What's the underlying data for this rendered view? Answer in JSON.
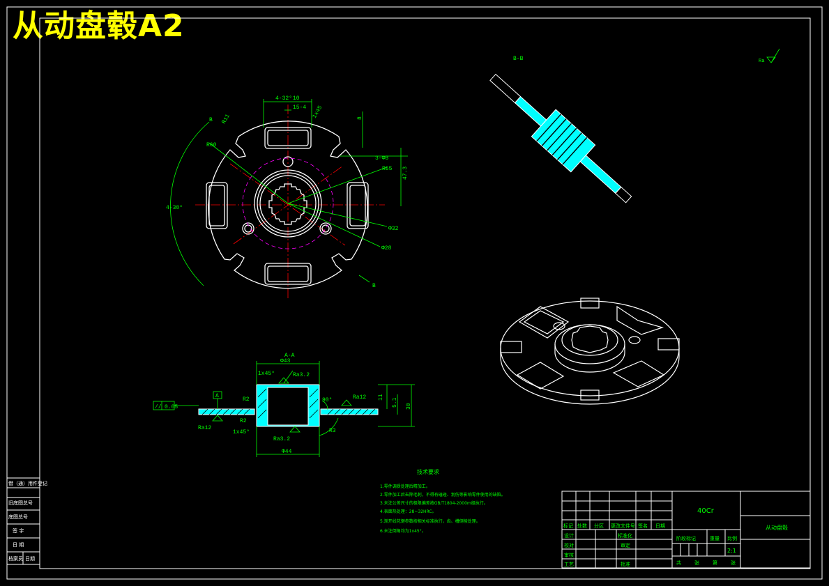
{
  "sheet": {
    "title": "从动盘毂A2"
  },
  "colors": {
    "bg": "#000000",
    "frame": "#ffffff",
    "dim": "#00ff00",
    "center": "#ff0000",
    "hatch": "#00ffff",
    "hidden": "#ff00ff",
    "title": "#ffff00"
  },
  "section_labels": {
    "bb": "B-B",
    "aa": "A-A",
    "roughness_corner": "Ra"
  },
  "front_view": {
    "dims": [
      "4-32°",
      "10",
      "15-4",
      "1x45",
      "R11",
      "8",
      "R60",
      "3-Φ8",
      "R65",
      "47.3",
      "4-30°",
      "Φ32",
      "Φ28",
      "B",
      "B"
    ]
  },
  "section_aa": {
    "dims": [
      "Φ43",
      "1x45°",
      "Ra3.2",
      "R2",
      "R2",
      "//",
      "0.05",
      "A",
      "Ra12",
      "1x45°",
      "Ra3.2",
      "Φ44",
      "90°",
      "Ra12",
      "R3",
      "11",
      "5.1",
      "30"
    ]
  },
  "tech_notes": {
    "title": "技术要求",
    "lines": [
      "1.零件调质处理后精加工。",
      "2.零件加工后去除毛刺，不得有磕碰、划伤等影响零件使用的缺陷。",
      "3.未注公差尺寸的极限偏差按GB/T1804-2000m级执行。",
      "4.表面热处理：28~32HRC。",
      "5.渐开线花键参数按相关标准执行，齿、槽倒棱处理。",
      "6.未注倒角均为1x45°。"
    ]
  },
  "title_block": {
    "material": "40Cr",
    "part_name": "从动盘毂",
    "header_cells": [
      "标记",
      "处数",
      "分区",
      "更改文件号",
      "签名",
      "日期"
    ],
    "rows": [
      "设计",
      "校对",
      "审核",
      "工艺"
    ],
    "std_label": "标准化",
    "approve_label": "审定",
    "approve_label2": "批准",
    "stage": "阶段标记",
    "weight": "重量",
    "scale": "比例",
    "scale_value": "2:1",
    "sheets": [
      "共",
      "张",
      "第",
      "张"
    ]
  },
  "side_strip": [
    "借（通）用件登记",
    "旧底图总号",
    "底图总号",
    "签 字",
    "日 期",
    "档案员",
    "日期"
  ]
}
